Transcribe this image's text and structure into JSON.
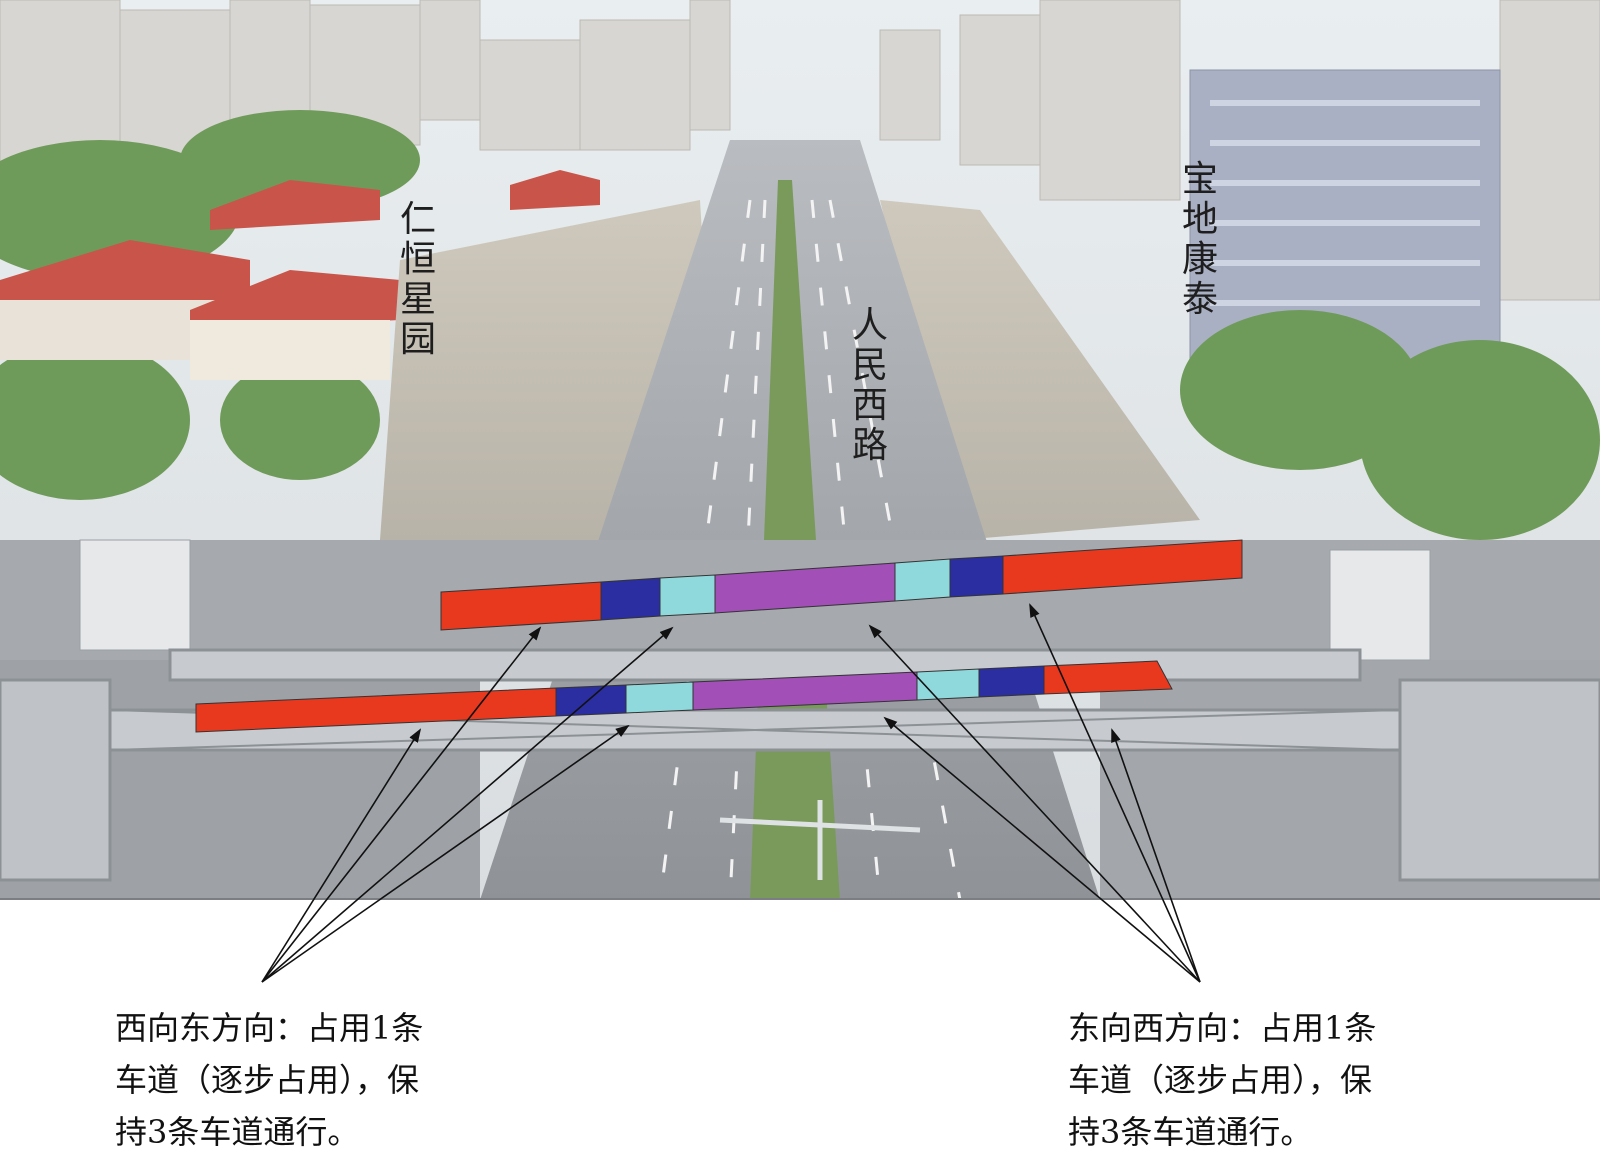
{
  "labels": {
    "renheng": "仁恒星园",
    "baodi": "宝地康泰",
    "renmin": "人民西路"
  },
  "captions": {
    "west_to_east": {
      "line1": "西向东方向：占用1条",
      "line2": "车道（逐步占用），保",
      "line3": "持3条车道通行。"
    },
    "east_to_west": {
      "line1": "东向西方向：占用1条",
      "line2": "车道（逐步占用），保",
      "line3": "持3条车道通行。"
    }
  },
  "colors": {
    "occupied_red": "#e8391f",
    "lane_blue": "#2b2ea0",
    "lane_cyan": "#8fd9dc",
    "median_purple": "#a24fb8",
    "arrow": "#111111"
  }
}
